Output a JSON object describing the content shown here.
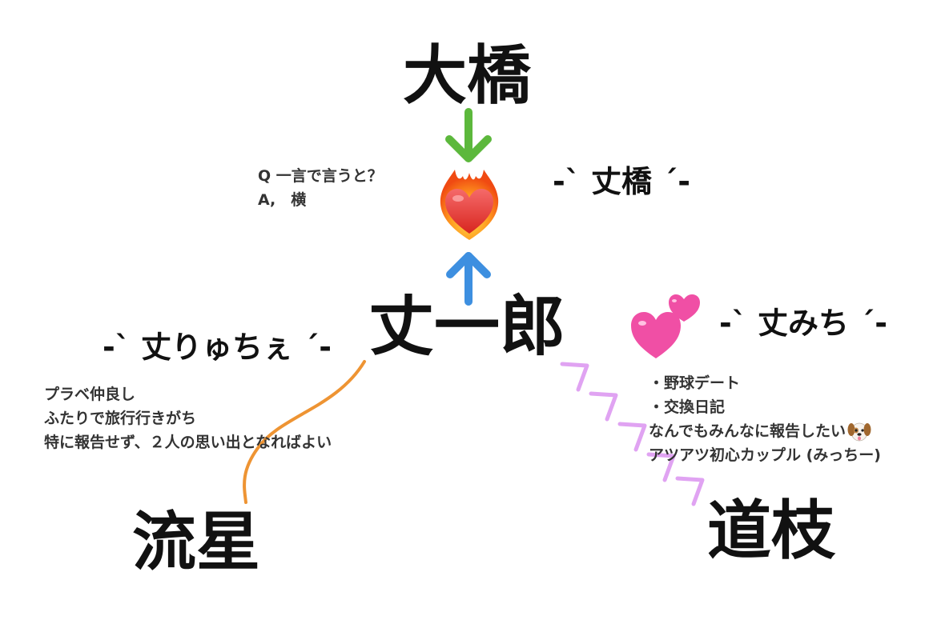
{
  "nodes": {
    "top": "大橋",
    "center": "丈一郎",
    "bottom_left": "流星",
    "bottom_right": "道枝"
  },
  "pair_labels": {
    "top": "-ˋ 丈橋 ˊ-",
    "left": "-ˋ 丈りゅちぇ ˊ-",
    "right": "-ˋ 丈みち ˊ-"
  },
  "notes": {
    "top": [
      "Q 一言で言うと？",
      "A,　横"
    ],
    "left": [
      "プラベ仲良し",
      "ふたりで旅行行きがち",
      "特に報告せず、２人の思い出となればよい"
    ],
    "right": [
      "・野球デート",
      "・交換日記",
      "なんでもみんなに報告したい",
      "アツアツ初心カップル (みっちー)"
    ]
  },
  "icons": {
    "top_heart": "heart-on-fire-icon",
    "right_hearts": "two-hearts-icon",
    "dog": "dog-face-icon"
  },
  "colors": {
    "arrow_down": "#5cb83c",
    "arrow_up": "#3d8fe0",
    "curve_left": "#ee9433",
    "chevrons_right": "#e0a3f2"
  }
}
